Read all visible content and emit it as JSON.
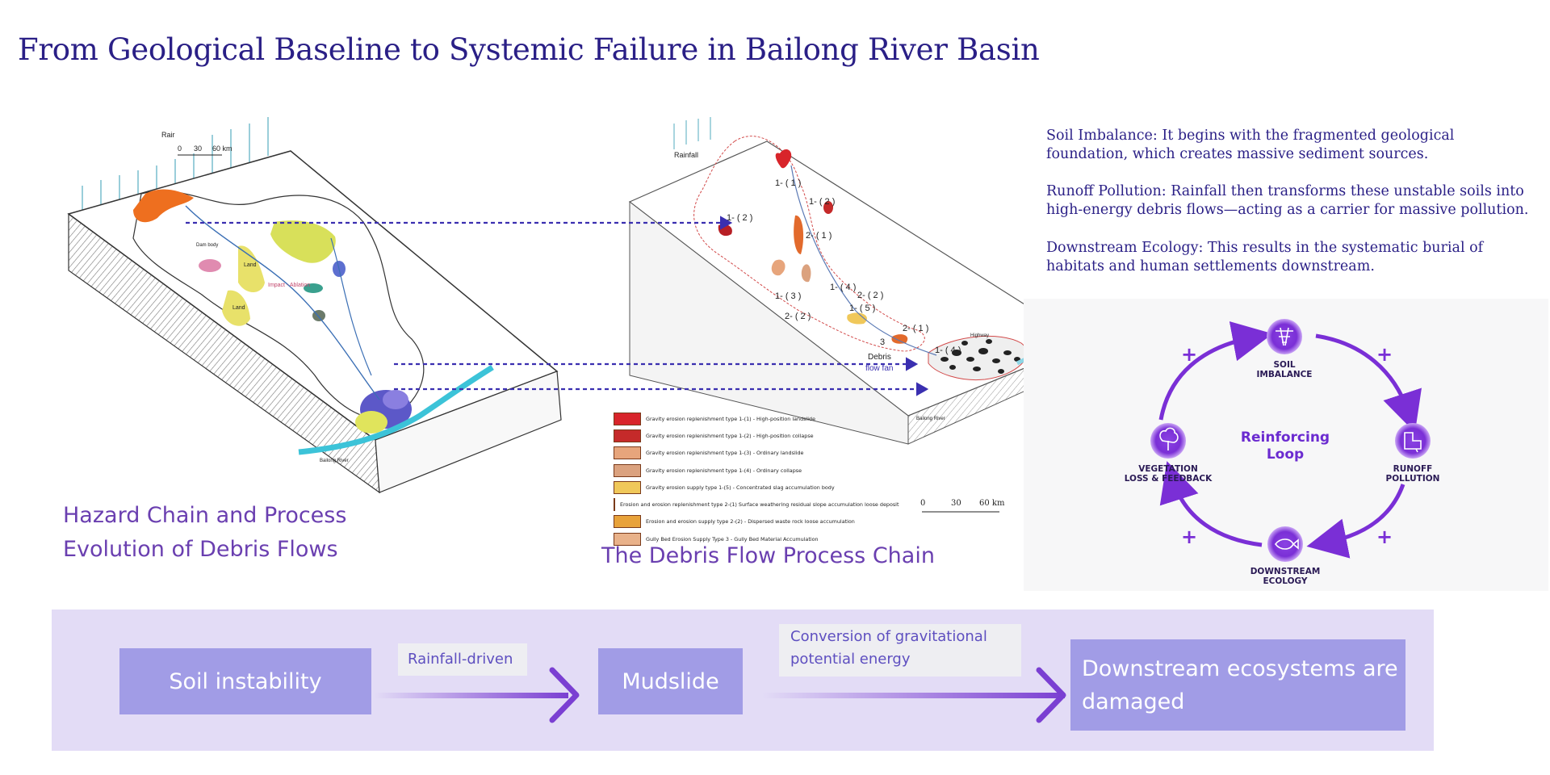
{
  "header": {
    "title": "From Geological Baseline to Systemic Failure in Bailong River Basin"
  },
  "left_panel": {
    "caption_line1": "Hazard Chain and Process",
    "caption_line2": "Evolution of Debris Flows",
    "map_labels": {
      "rain": "Rair",
      "scale": [
        "0",
        "30",
        "60 km"
      ],
      "dam_body": "Dam body",
      "land": "Land",
      "impact_ablation": "Impact - Ablation",
      "river": "Bailong River"
    }
  },
  "middle_panel": {
    "caption": "The Debris Flow Process Chain",
    "map_labels": {
      "rainfall": "Rainfall",
      "codes": [
        "1- ( 1 )",
        "1- ( 2 )",
        "1- ( 2 )",
        "2- ( 1 )",
        "1- ( 3 )",
        "1- ( 4 )",
        "2- ( 2 )",
        "2- ( 2 )",
        "1- ( 5 )",
        "2- ( 1 )",
        "3",
        "1- ( 4 )"
      ],
      "debris_fan_1": "Debris",
      "debris_fan_2": "flow fan",
      "highway": "Highway",
      "river": "Bailong River",
      "scale": [
        "0",
        "30",
        "60 km"
      ]
    },
    "legend": [
      {
        "color": "#d8242a",
        "text": "Gravity erosion replenishment type 1-(1) - High-position landslide"
      },
      {
        "color": "#c52a2a",
        "text": "Gravity erosion replenishment type 1-(2) - High-position collapse"
      },
      {
        "color": "#e7a57c",
        "text": "Gravity erosion replenishment type 1-(3) - Ordinary landslide"
      },
      {
        "color": "#dba27f",
        "text": "Gravity erosion replenishment type 1-(4) - Ordinary collapse"
      },
      {
        "color": "#f0c85a",
        "text": "Gravity erosion supply type 1-(5) - Concentrated slag accumulation body"
      },
      {
        "color": "#e26a2c",
        "text": "Erosion and erosion replenishment type 2-(1) Surface weathering residual slope accumulation loose deposit"
      },
      {
        "color": "#e8a23a",
        "text": "Erosion and erosion supply type 2-(2) - Dispersed waste rock loose accumulation"
      },
      {
        "color": "#e9b28a",
        "text": "Gully Bed Erosion Supply Type 3 - Gully Bed Material Accumulation"
      }
    ]
  },
  "right_text": {
    "paragraphs": [
      "Soil Imbalance: It begins with the fragmented geological foundation, which creates massive sediment sources.",
      "Runoff Pollution: Rainfall then transforms these unstable soils into high-energy debris flows—acting as a carrier for massive pollution.",
      "Downstream Ecology: This results in the systematic burial of habitats and human settlements downstream."
    ]
  },
  "loop": {
    "center_line1": "Reinforcing",
    "center_line2": "Loop",
    "plus": "+",
    "nodes": [
      {
        "line1": "SOIL",
        "line2": "IMBALANCE",
        "icon": "cracked-soil-icon"
      },
      {
        "line1": "RUNOFF",
        "line2": "POLLUTION",
        "icon": "runoff-pipe-icon"
      },
      {
        "line1": "DOWNSTREAM",
        "line2": "ECOLOGY",
        "icon": "fish-icon"
      },
      {
        "line1": "VEGETATION",
        "line2": "LOSS & FEEDBACK",
        "icon": "tree-icon"
      }
    ],
    "colors": {
      "primary": "#7a2fd6",
      "text": "#2a1a55",
      "center": "#6b2bd0"
    }
  },
  "flow": {
    "step1": "Soil instability",
    "label1": "Rainfall-driven",
    "step2": "Mudslide",
    "label2_line1": "Conversion of gravitational",
    "label2_line2": "potential energy",
    "step3_line1": "Downstream ecosystems are",
    "step3_line2": "damaged",
    "colors": {
      "band": "#e3dcf6",
      "box": "#a19ce6",
      "arrow": "#7a3fd2"
    }
  }
}
